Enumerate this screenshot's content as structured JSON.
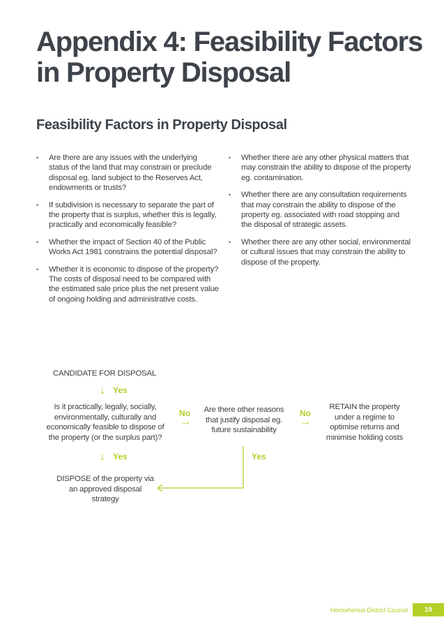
{
  "page": {
    "title": "Appendix 4: Feasibility Factors in Property Disposal",
    "subtitle": "Feasibility Factors in Property Disposal"
  },
  "bullets_left": [
    "Are there are any issues with the underlying status of the land that may constrain or preclude disposal eg. land subject to the Reserves Act, endowments or trusts?",
    "If subdivision is necessary to separate the part of the property that is surplus, whether this is legally, practically and economically feasible?",
    "Whether the impact of Section 40 of the Public Works Act 1981 constrains the potential disposal?",
    "Whether it is economic to dispose of the property? The costs of disposal need to be compared with the estimated sale price plus the net present value of ongoing holding and administrative costs."
  ],
  "bullets_right": [
    "Whether there are any other physical matters that may constrain the ability to dispose of the property eg. contamination.",
    "Whether there are any consultation requirements that may constrain the ability to dispose of the property eg. associated with road stopping and the disposal of strategic assets.",
    "Whether there are any other social, environmental or cultural issues that may constrain the ability to dispose of the property."
  ],
  "flowchart": {
    "start": "CANDIDATE FOR DISPOSAL",
    "question1": "Is it practically, legally, socially, environmentally, culturally and economically feasible to dispose of the property (or the surplus part)?",
    "question2": "Are there other reasons that justify disposal eg. future sustainability",
    "retain": "RETAIN the property under a regime to optimise returns and minimise holding costs",
    "dispose": "DISPOSE of the property via an approved disposal strategy",
    "yes": "Yes",
    "no": "No"
  },
  "footer": {
    "organisation": "Horowhenua District Council",
    "page_number": "19"
  },
  "colors": {
    "accent": "#b5cf2a",
    "text": "#3a3f45"
  }
}
